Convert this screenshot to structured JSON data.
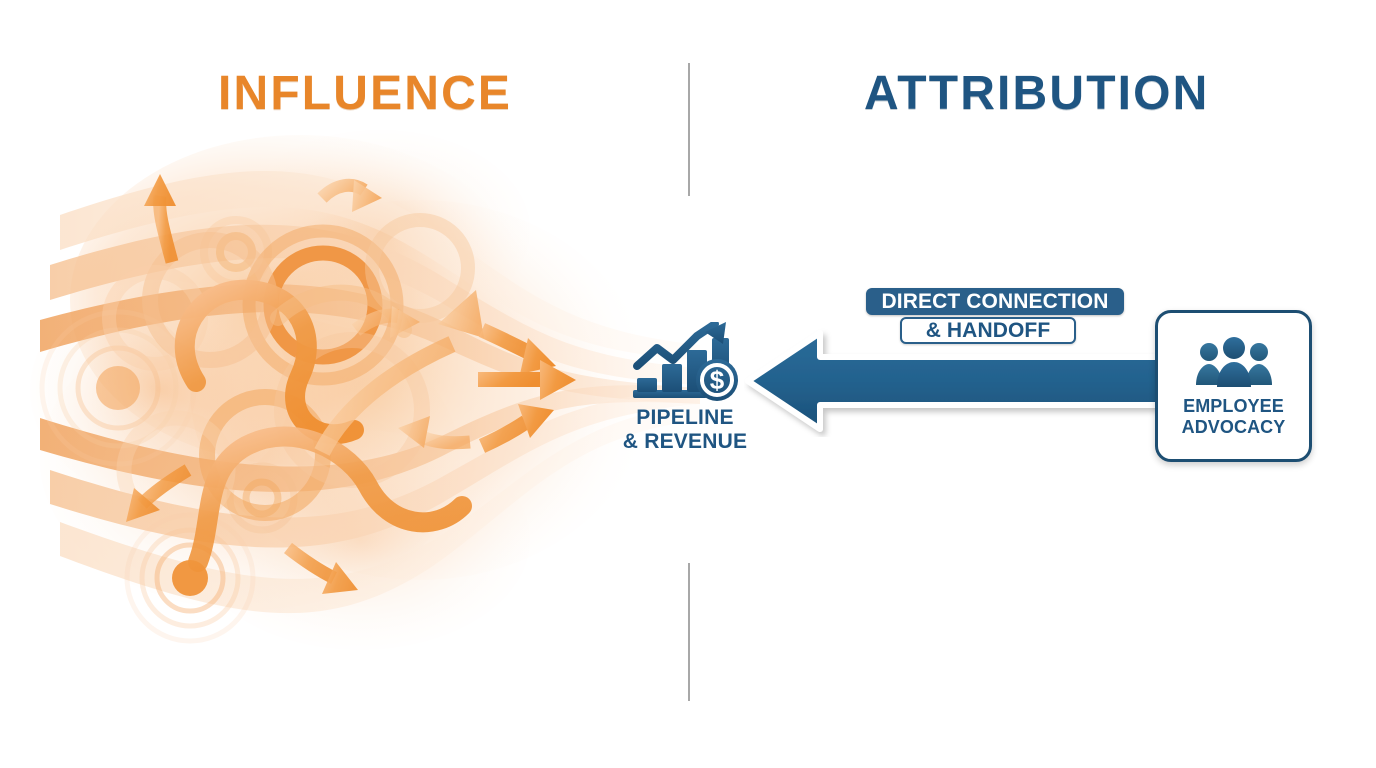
{
  "meta": {
    "colors": {
      "orange_accent": "#e8862a",
      "orange_swirl": "#ef9340",
      "orange_swirl_light": "#f7c08a",
      "blue_accent": "#1f5582",
      "blue_arrow": "#23628e",
      "blue_badge": "#2a5f8a",
      "blue_card_border": "#1d4e72",
      "divider_gray": "#a8a8a8",
      "background": "#ffffff"
    }
  },
  "headings": {
    "left": "INFLUENCE",
    "right": "ATTRIBUTION"
  },
  "divider": {
    "icon": "vertical-divider-line"
  },
  "influence": {
    "artwork_icon": "abstract-orange-swirls-and-arrows",
    "description": "Diffuse converging orange swirls, rings and arrows flowing left to right",
    "arrow_icons": [
      "curved-arrow-up",
      "curved-arrow-right",
      "curved-arrow-up-large",
      "straight-arrow-right",
      "curved-arrow-right-lower",
      "curved-arrow-down-left",
      "curved-arrow-left",
      "curved-arrow-down-right"
    ]
  },
  "pipeline_node": {
    "icon": "bar-chart-growth-dollar-icon",
    "label_line1": "PIPELINE",
    "label_line2": "& REVENUE"
  },
  "attribution": {
    "arrow_icon": "left-pointing-block-arrow",
    "arrow_direction": "left",
    "badges": [
      {
        "label": "DIRECT CONNECTION",
        "style": "filled"
      },
      {
        "label": "& HANDOFF",
        "style": "outlined"
      }
    ]
  },
  "employee_advocacy": {
    "icon": "people-group-icon",
    "label_line1": "EMPLOYEE",
    "label_line2": "ADVOCACY"
  }
}
